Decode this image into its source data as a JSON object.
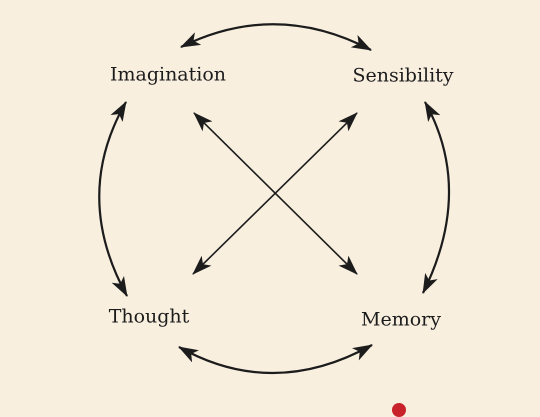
{
  "nodes": {
    "imagination": "Imagination",
    "sensibility": "Sensibility",
    "thought": "Thought",
    "memory": "Memory"
  },
  "relations": [
    {
      "from": "Imagination",
      "to": "Sensibility",
      "direction": "both"
    },
    {
      "from": "Sensibility",
      "to": "Memory",
      "direction": "both"
    },
    {
      "from": "Memory",
      "to": "Thought",
      "direction": "both"
    },
    {
      "from": "Thought",
      "to": "Imagination",
      "direction": "both"
    },
    {
      "from": "Imagination",
      "to": "Memory",
      "direction": "both"
    },
    {
      "from": "Sensibility",
      "to": "Thought",
      "direction": "both"
    }
  ],
  "colors": {
    "background": "#f8efdf",
    "ink": "#1c1c1c",
    "mark": "#c8222b"
  }
}
